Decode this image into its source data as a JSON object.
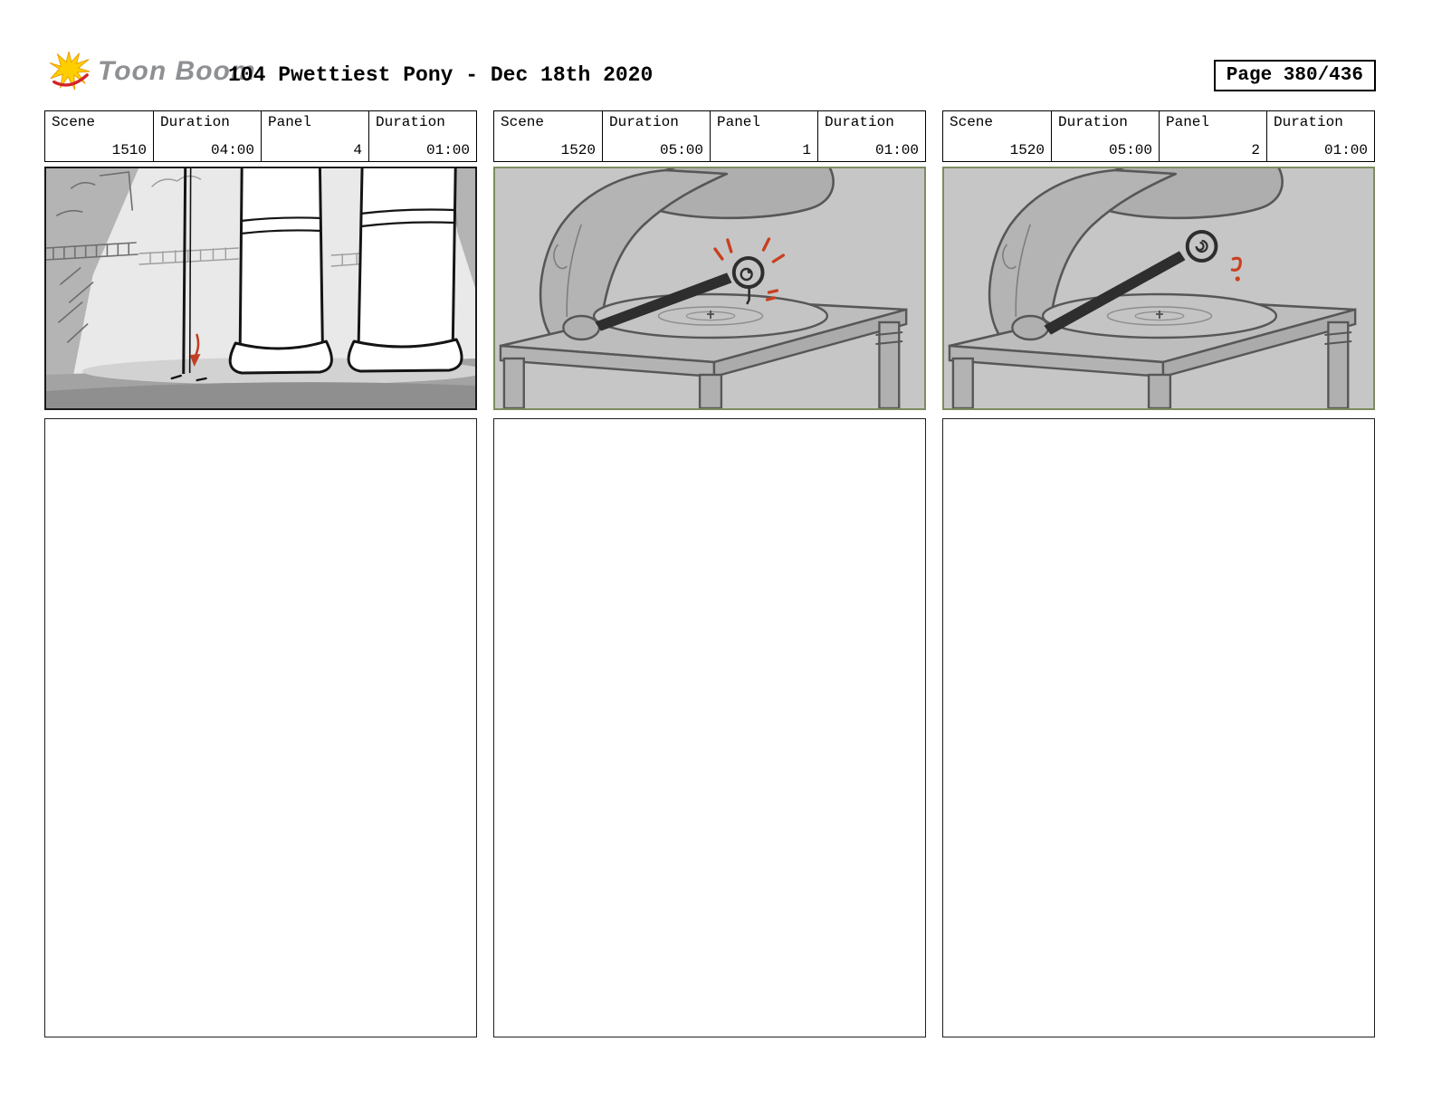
{
  "header": {
    "logo_text": "Toon Boom",
    "title": "104 Pwettiest Pony - Dec 18th 2020",
    "page_label": "Page 380/436"
  },
  "columns": [
    {
      "cells": [
        {
          "label": "Scene",
          "value": "1510"
        },
        {
          "label": "Duration",
          "value": "04:00"
        },
        {
          "label": "Panel",
          "value": "4"
        },
        {
          "label": "Duration",
          "value": "01:00"
        }
      ],
      "image": "pony-legs-spotlight-sketch"
    },
    {
      "cells": [
        {
          "label": "Scene",
          "value": "1520"
        },
        {
          "label": "Duration",
          "value": "05:00"
        },
        {
          "label": "Panel",
          "value": "1"
        },
        {
          "label": "Duration",
          "value": "01:00"
        }
      ],
      "image": "gramophone-tonearm-down-sketch"
    },
    {
      "cells": [
        {
          "label": "Scene",
          "value": "1520"
        },
        {
          "label": "Duration",
          "value": "05:00"
        },
        {
          "label": "Panel",
          "value": "2"
        },
        {
          "label": "Duration",
          "value": "01:00"
        }
      ],
      "image": "gramophone-tonearm-up-sketch"
    }
  ],
  "colors": {
    "accent_red": "#c8401f",
    "panel_border_current": "#7d8c5f",
    "panel_border_default": "#1a1a1a"
  }
}
